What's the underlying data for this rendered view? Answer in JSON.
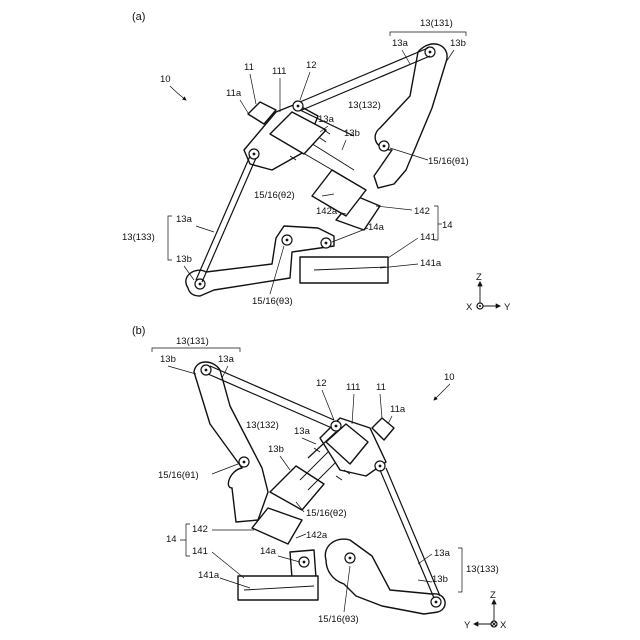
{
  "panel_a": {
    "label": "(a)",
    "ref_mechanism": "10",
    "ref_11": "11",
    "ref_11a": "11a",
    "ref_111": "111",
    "ref_12": "12",
    "ref_131_group": "13(131)",
    "ref_131_a": "13a",
    "ref_131_b": "13b",
    "ref_132_group": "13(132)",
    "ref_132_a": "13a",
    "ref_132_b": "13b",
    "ref_133_group": "13(133)",
    "ref_133_a": "13a",
    "ref_133_b": "13b",
    "ref_theta1": "15/16(θ1)",
    "ref_theta2": "15/16(θ2)",
    "ref_theta3": "15/16(θ3)",
    "ref_142a": "142a",
    "ref_142": "142",
    "ref_14": "14",
    "ref_14a": "14a",
    "ref_141": "141",
    "ref_141a": "141a",
    "axis_z": "Z",
    "axis_x": "X",
    "axis_y": "Y"
  },
  "panel_b": {
    "label": "(b)",
    "ref_mechanism": "10",
    "ref_11": "11",
    "ref_11a": "11a",
    "ref_111": "111",
    "ref_12": "12",
    "ref_131_group": "13(131)",
    "ref_131_a": "13a",
    "ref_131_b": "13b",
    "ref_132_group": "13(132)",
    "ref_132_a": "13a",
    "ref_132_b": "13b",
    "ref_133_group": "13(133)",
    "ref_133_a": "13a",
    "ref_133_b": "13b",
    "ref_theta1": "15/16(θ1)",
    "ref_theta2": "15/16(θ2)",
    "ref_theta3": "15/16(θ3)",
    "ref_142a": "142a",
    "ref_142": "142",
    "ref_14": "14",
    "ref_14a": "14a",
    "ref_141": "141",
    "ref_141a": "141a",
    "axis_z": "Z",
    "axis_x": "X",
    "axis_y": "Y"
  }
}
